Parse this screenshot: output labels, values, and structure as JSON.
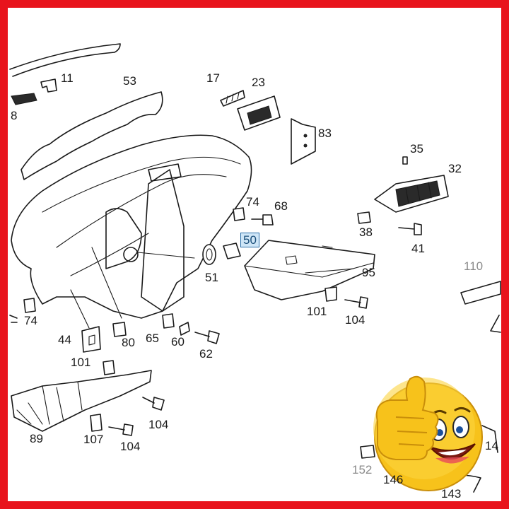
{
  "callouts": {
    "c11": "11",
    "c53": "53",
    "c8": "8",
    "c17": "17",
    "c23": "23",
    "c83": "83",
    "c35": "35",
    "c32": "32",
    "c74a": "74",
    "c68": "68",
    "c50": "50",
    "c38": "38",
    "c41": "41",
    "c51": "51",
    "c95": "95",
    "c110": "110",
    "c101a": "101",
    "c104a": "104",
    "c74b": "74",
    "c44": "44",
    "c80": "80",
    "c65": "65",
    "c60": "60",
    "c62": "62",
    "c101b": "101",
    "c89": "89",
    "c107": "107",
    "c104b": "104",
    "c104c": "104",
    "c14": "14",
    "c152": "152",
    "c146": "146",
    "c143": "143"
  },
  "colors": {
    "frame": "#e8141c",
    "highlight_fill": "#cfe6f7",
    "highlight_border": "#2b6ea8",
    "emoji": "#f7c21b"
  },
  "icons": {
    "badge": "thumbs-up-smiley-icon"
  }
}
